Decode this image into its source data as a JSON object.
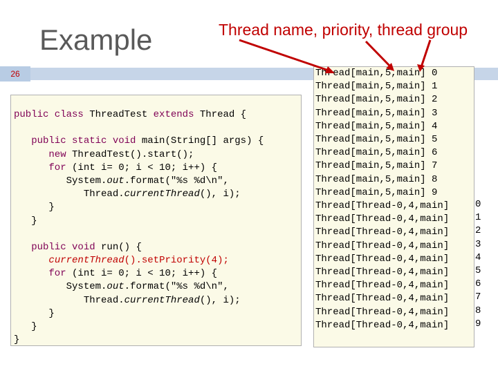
{
  "slide": {
    "title": "Example",
    "annotation": "Thread name, priority, thread group",
    "number": "26"
  },
  "code_lines": [
    [
      {
        "t": "public class ",
        "c": "kw"
      },
      {
        "t": "Thread",
        "c": "kw2"
      },
      {
        "t": "Test ",
        "c": ""
      },
      {
        "t": "extends ",
        "c": "kw"
      },
      {
        "t": "Thread {",
        "c": ""
      }
    ],
    [
      {
        "t": "",
        "c": ""
      }
    ],
    [
      {
        "t": "   public static void ",
        "c": "kw"
      },
      {
        "t": "main(String[] args) {",
        "c": ""
      }
    ],
    [
      {
        "t": "      new ",
        "c": "kw"
      },
      {
        "t": "ThreadTest().start();",
        "c": ""
      }
    ],
    [
      {
        "t": "      for ",
        "c": "kw"
      },
      {
        "t": "(int i= 0; i < 10; i++) {",
        "c": ""
      }
    ],
    [
      {
        "t": "         System.",
        "c": ""
      },
      {
        "t": "out",
        "c": "it"
      },
      {
        "t": ".format(\"%s %d\\n\",",
        "c": ""
      }
    ],
    [
      {
        "t": "            Thread.",
        "c": ""
      },
      {
        "t": "currentThread",
        "c": "it"
      },
      {
        "t": "(), i);",
        "c": ""
      }
    ],
    [
      {
        "t": "      }",
        "c": ""
      }
    ],
    [
      {
        "t": "   }",
        "c": ""
      }
    ],
    [
      {
        "t": "",
        "c": ""
      }
    ],
    [
      {
        "t": "   public void ",
        "c": "kw"
      },
      {
        "t": "run() {",
        "c": ""
      }
    ],
    [
      {
        "t": "      ",
        "c": ""
      },
      {
        "t": "currentThread",
        "c": "it-red"
      },
      {
        "t": "().set",
        "c": "red"
      },
      {
        "t": "Priority(4);",
        "c": "red"
      }
    ],
    [
      {
        "t": "      for ",
        "c": "kw"
      },
      {
        "t": "(int i= 0; i < 10; i++) {",
        "c": ""
      }
    ],
    [
      {
        "t": "         System.",
        "c": ""
      },
      {
        "t": "out",
        "c": "it"
      },
      {
        "t": ".format(\"%s %d\\n\",",
        "c": ""
      }
    ],
    [
      {
        "t": "            Thread.",
        "c": ""
      },
      {
        "t": "currentThread",
        "c": "it"
      },
      {
        "t": "(), i);",
        "c": ""
      }
    ],
    [
      {
        "t": "      }",
        "c": ""
      }
    ],
    [
      {
        "t": "   }",
        "c": ""
      }
    ],
    [
      {
        "t": "}",
        "c": ""
      }
    ]
  ],
  "output_lines": [
    "Thread[main,5,main] 0",
    "Thread[main,5,main] 1",
    "Thread[main,5,main] 2",
    "Thread[main,5,main] 3",
    "Thread[main,5,main] 4",
    "Thread[main,5,main] 5",
    "Thread[main,5,main] 6",
    "Thread[main,5,main] 7",
    "Thread[main,5,main] 8",
    "Thread[main,5,main] 9",
    "Thread[Thread-0,4,main]",
    "Thread[Thread-0,4,main]",
    "Thread[Thread-0,4,main]",
    "Thread[Thread-0,4,main]",
    "Thread[Thread-0,4,main]",
    "Thread[Thread-0,4,main]",
    "Thread[Thread-0,4,main]",
    "Thread[Thread-0,4,main]",
    "Thread[Thread-0,4,main]",
    "Thread[Thread-0,4,main]"
  ],
  "output_numbers": [
    "0",
    "1",
    "2",
    "3",
    "4",
    "5",
    "6",
    "7",
    "8",
    "9"
  ],
  "colors": {
    "annotation": "#c00000",
    "keyword": "#7f0055",
    "box_fill": "#fbfae7"
  }
}
